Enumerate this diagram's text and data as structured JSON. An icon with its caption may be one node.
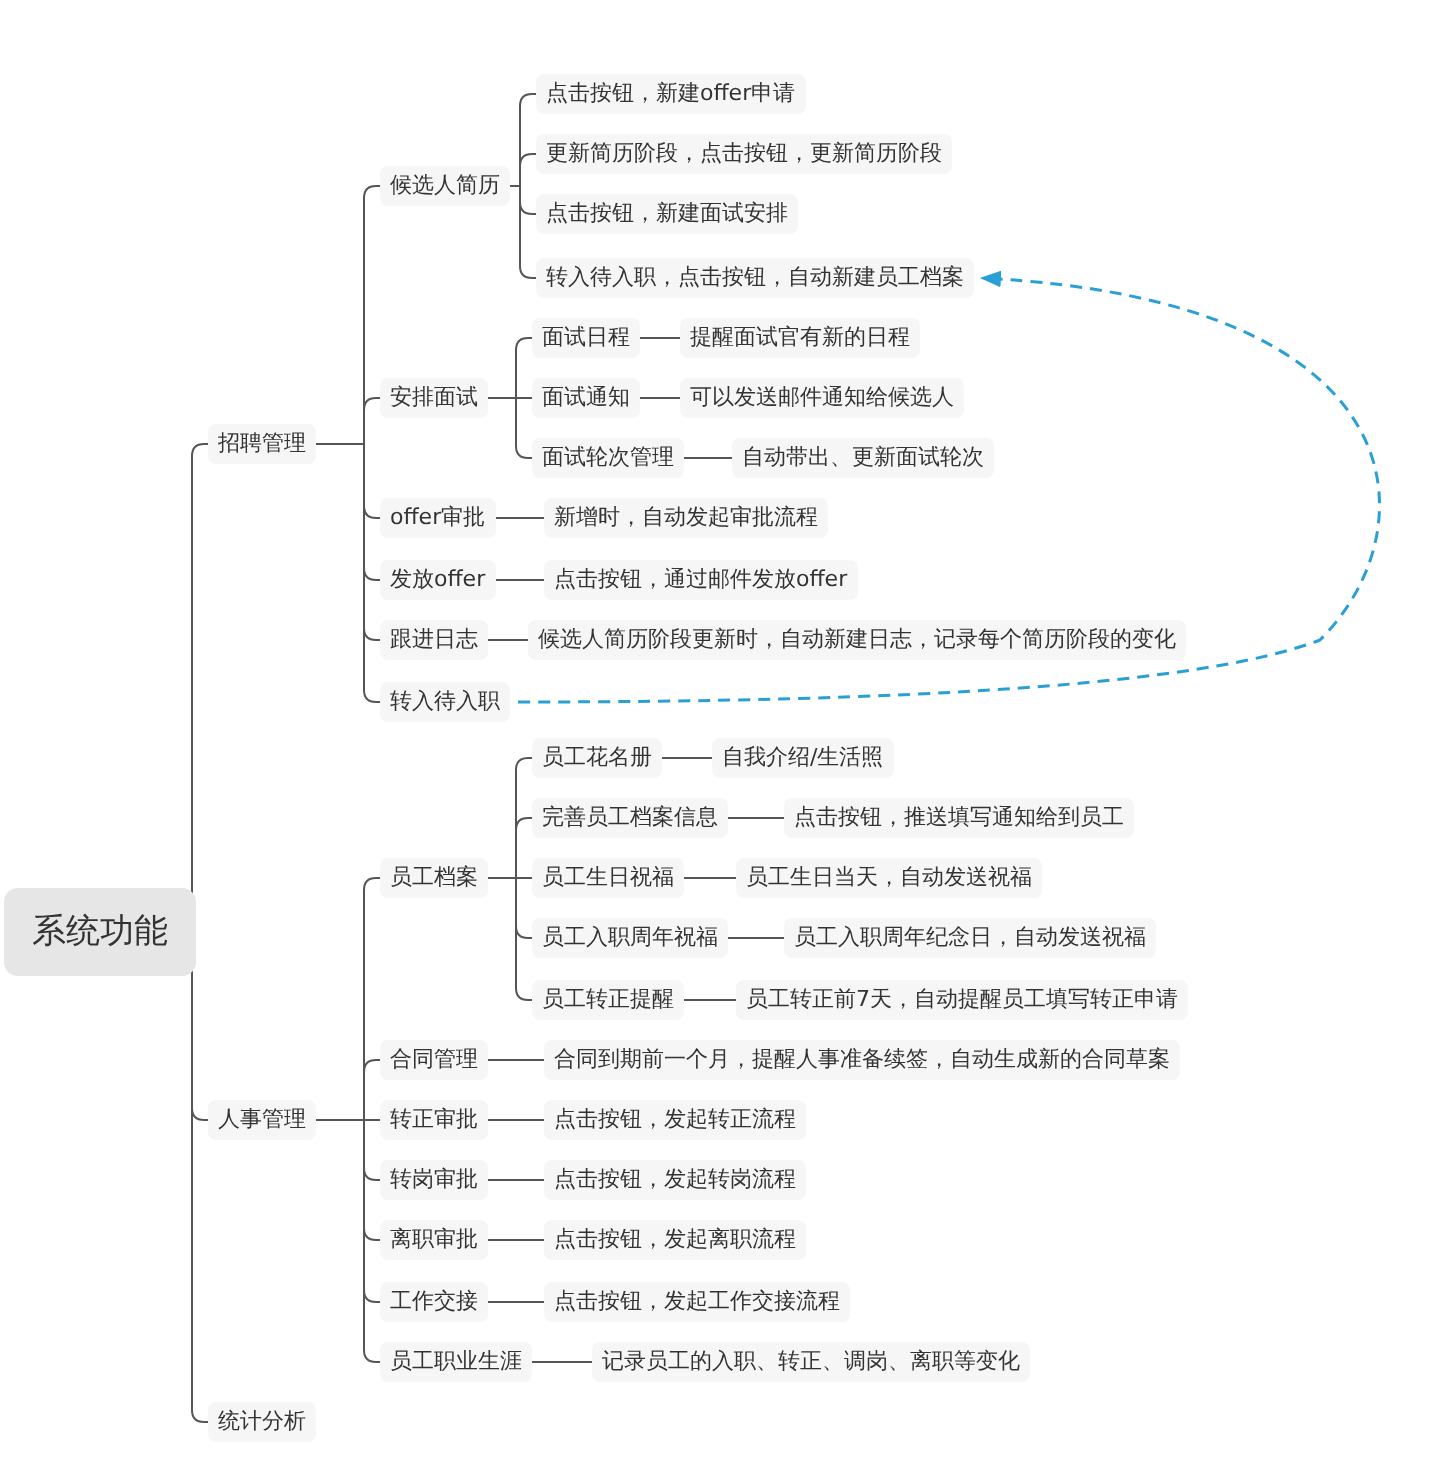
{
  "diagram": {
    "nodes": [
      {
        "text": [
          "系统功能"
        ]
      },
      {
        "text": [
          "招聘管理"
        ]
      },
      {
        "text": [
          "候选人简历"
        ]
      },
      {
        "text": [
          "点击按钮，新建offer申请"
        ]
      },
      {
        "text": [
          "更新简历阶段，点击按钮，更新简历阶段"
        ]
      },
      {
        "text": [
          "点击按钮，新建面试安排"
        ]
      },
      {
        "text": [
          "转入待入职，点击按钮，自动新建员工档案"
        ]
      },
      {
        "text": [
          "安排面试"
        ]
      },
      {
        "text": [
          "面试日程"
        ]
      },
      {
        "text": [
          "提醒面试官有新的日程"
        ]
      },
      {
        "text": [
          "面试通知"
        ]
      },
      {
        "text": [
          "可以发送邮件通知给候选人"
        ]
      },
      {
        "text": [
          "面试轮次管理"
        ]
      },
      {
        "text": [
          "自动带出、更新面试轮次"
        ]
      },
      {
        "text": [
          "offer审批"
        ]
      },
      {
        "text": [
          "新增时，自动发起审批流程"
        ]
      },
      {
        "text": [
          "发放offer"
        ]
      },
      {
        "text": [
          "点击按钮，通过邮件发放offer"
        ]
      },
      {
        "text": [
          "跟进日志"
        ]
      },
      {
        "text": [
          "候选人简历阶段更新时，自动新建日志，记录每个简历阶段的变化"
        ]
      },
      {
        "text": [
          "转入待入职"
        ]
      },
      {
        "text": [
          "人事管理"
        ]
      },
      {
        "text": [
          "员工档案"
        ]
      },
      {
        "text": [
          "员工花名册"
        ]
      },
      {
        "text": [
          "自我介绍/生活照"
        ]
      },
      {
        "text": [
          "完善员工档案信息"
        ]
      },
      {
        "text": [
          "点击按钮，推送填写通知给到员工"
        ]
      },
      {
        "text": [
          "员工生日祝福"
        ]
      },
      {
        "text": [
          "员工生日当天，自动发送祝福"
        ]
      },
      {
        "text": [
          "员工入职周年祝福"
        ]
      },
      {
        "text": [
          "员工入职周年纪念日，自动发送祝福"
        ]
      },
      {
        "text": [
          "员工转正提醒"
        ]
      },
      {
        "text": [
          "员工转正前7天，自动提醒员工填写转正申请"
        ]
      },
      {
        "text": [
          "合同管理"
        ]
      },
      {
        "text": [
          "合同到期前一个月，提醒人事准备续签，自动生成新的合同草案"
        ]
      },
      {
        "text": [
          "转正审批"
        ]
      },
      {
        "text": [
          "点击按钮，发起转正流程"
        ]
      },
      {
        "text": [
          "转岗审批"
        ]
      },
      {
        "text": [
          "点击按钮，发起转岗流程"
        ]
      },
      {
        "text": [
          "离职审批"
        ]
      },
      {
        "text": [
          "点击按钮，发起离职流程"
        ]
      },
      {
        "text": [
          "工作交接"
        ]
      },
      {
        "text": [
          "点击按钮，发起工作交接流程"
        ]
      },
      {
        "text": [
          "员工职业生涯"
        ]
      },
      {
        "text": [
          "记录员工的入职、转正、调岗、离职等变化"
        ]
      },
      {
        "text": [
          "统计分析"
        ]
      }
    ],
    "edges": [
      {
        "from": 0,
        "to": 1,
        "arrow": "none"
      },
      {
        "from": 1,
        "to": 2,
        "arrow": "none"
      },
      {
        "from": 2,
        "to": 3,
        "arrow": "none"
      },
      {
        "from": 2,
        "to": 4,
        "arrow": "none"
      },
      {
        "from": 2,
        "to": 5,
        "arrow": "none"
      },
      {
        "from": 2,
        "to": 6,
        "arrow": "none"
      },
      {
        "from": 1,
        "to": 7,
        "arrow": "none"
      },
      {
        "from": 7,
        "to": 8,
        "arrow": "none"
      },
      {
        "from": 8,
        "to": 9,
        "arrow": "none"
      },
      {
        "from": 7,
        "to": 10,
        "arrow": "none"
      },
      {
        "from": 10,
        "to": 11,
        "arrow": "none"
      },
      {
        "from": 7,
        "to": 12,
        "arrow": "none"
      },
      {
        "from": 12,
        "to": 13,
        "arrow": "none"
      },
      {
        "from": 1,
        "to": 14,
        "arrow": "none"
      },
      {
        "from": 14,
        "to": 15,
        "arrow": "none"
      },
      {
        "from": 1,
        "to": 16,
        "arrow": "none"
      },
      {
        "from": 16,
        "to": 17,
        "arrow": "none"
      },
      {
        "from": 1,
        "to": 18,
        "arrow": "none"
      },
      {
        "from": 18,
        "to": 19,
        "arrow": "none"
      },
      {
        "from": 1,
        "to": 20,
        "arrow": "none"
      },
      {
        "from": 0,
        "to": 21,
        "arrow": "none"
      },
      {
        "from": 21,
        "to": 22,
        "arrow": "none"
      },
      {
        "from": 22,
        "to": 23,
        "arrow": "none"
      },
      {
        "from": 23,
        "to": 24,
        "arrow": "none"
      },
      {
        "from": 22,
        "to": 25,
        "arrow": "none"
      },
      {
        "from": 25,
        "to": 26,
        "arrow": "none"
      },
      {
        "from": 22,
        "to": 27,
        "arrow": "none"
      },
      {
        "from": 27,
        "to": 28,
        "arrow": "none"
      },
      {
        "from": 22,
        "to": 29,
        "arrow": "none"
      },
      {
        "from": 29,
        "to": 30,
        "arrow": "none"
      },
      {
        "from": 22,
        "to": 31,
        "arrow": "none"
      },
      {
        "from": 31,
        "to": 32,
        "arrow": "none"
      },
      {
        "from": 21,
        "to": 33,
        "arrow": "none"
      },
      {
        "from": 33,
        "to": 34,
        "arrow": "none"
      },
      {
        "from": 21,
        "to": 35,
        "arrow": "none"
      },
      {
        "from": 35,
        "to": 36,
        "arrow": "none"
      },
      {
        "from": 21,
        "to": 37,
        "arrow": "none"
      },
      {
        "from": 37,
        "to": 38,
        "arrow": "none"
      },
      {
        "from": 21,
        "to": 39,
        "arrow": "none"
      },
      {
        "from": 39,
        "to": 40,
        "arrow": "none"
      },
      {
        "from": 21,
        "to": 41,
        "arrow": "none"
      },
      {
        "from": 41,
        "to": 42,
        "arrow": "none"
      },
      {
        "from": 21,
        "to": 43,
        "arrow": "none"
      },
      {
        "from": 43,
        "to": 44,
        "arrow": "none"
      },
      {
        "from": 0,
        "to": 45,
        "arrow": "none"
      },
      {
        "from": 20,
        "to": 6,
        "arrow": "to",
        "style": "dashed",
        "color": "#2a9fd6"
      }
    ]
  }
}
